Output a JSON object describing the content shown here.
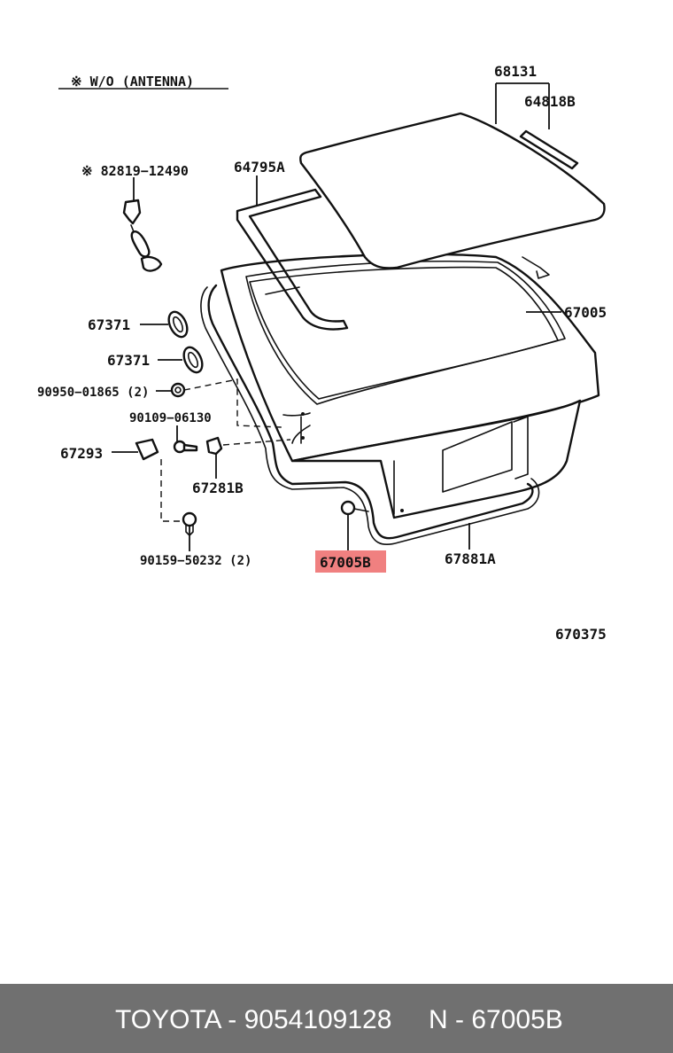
{
  "diagram": {
    "note": "※ W/O (ANTENNA)",
    "highlight_color": "#f08080",
    "callouts": {
      "p68131": "68131",
      "p64818b": "64818B",
      "p64795a": "64795A",
      "p82819": "※ 82819−12490",
      "p67005": "67005",
      "p67371a": "67371",
      "p67371b": "67371",
      "p90950": "90950−01865 (2)",
      "p90109": "90109−06130",
      "p67293": "67293",
      "p67281b": "67281B",
      "p90159": "90159−50232 (2)",
      "p67005b": "67005B",
      "p67881a": "67881A"
    },
    "figure_number": "670375"
  },
  "footer": {
    "brand_part": "TOYOTA - 9054109128",
    "ref": "N - 67005B"
  }
}
